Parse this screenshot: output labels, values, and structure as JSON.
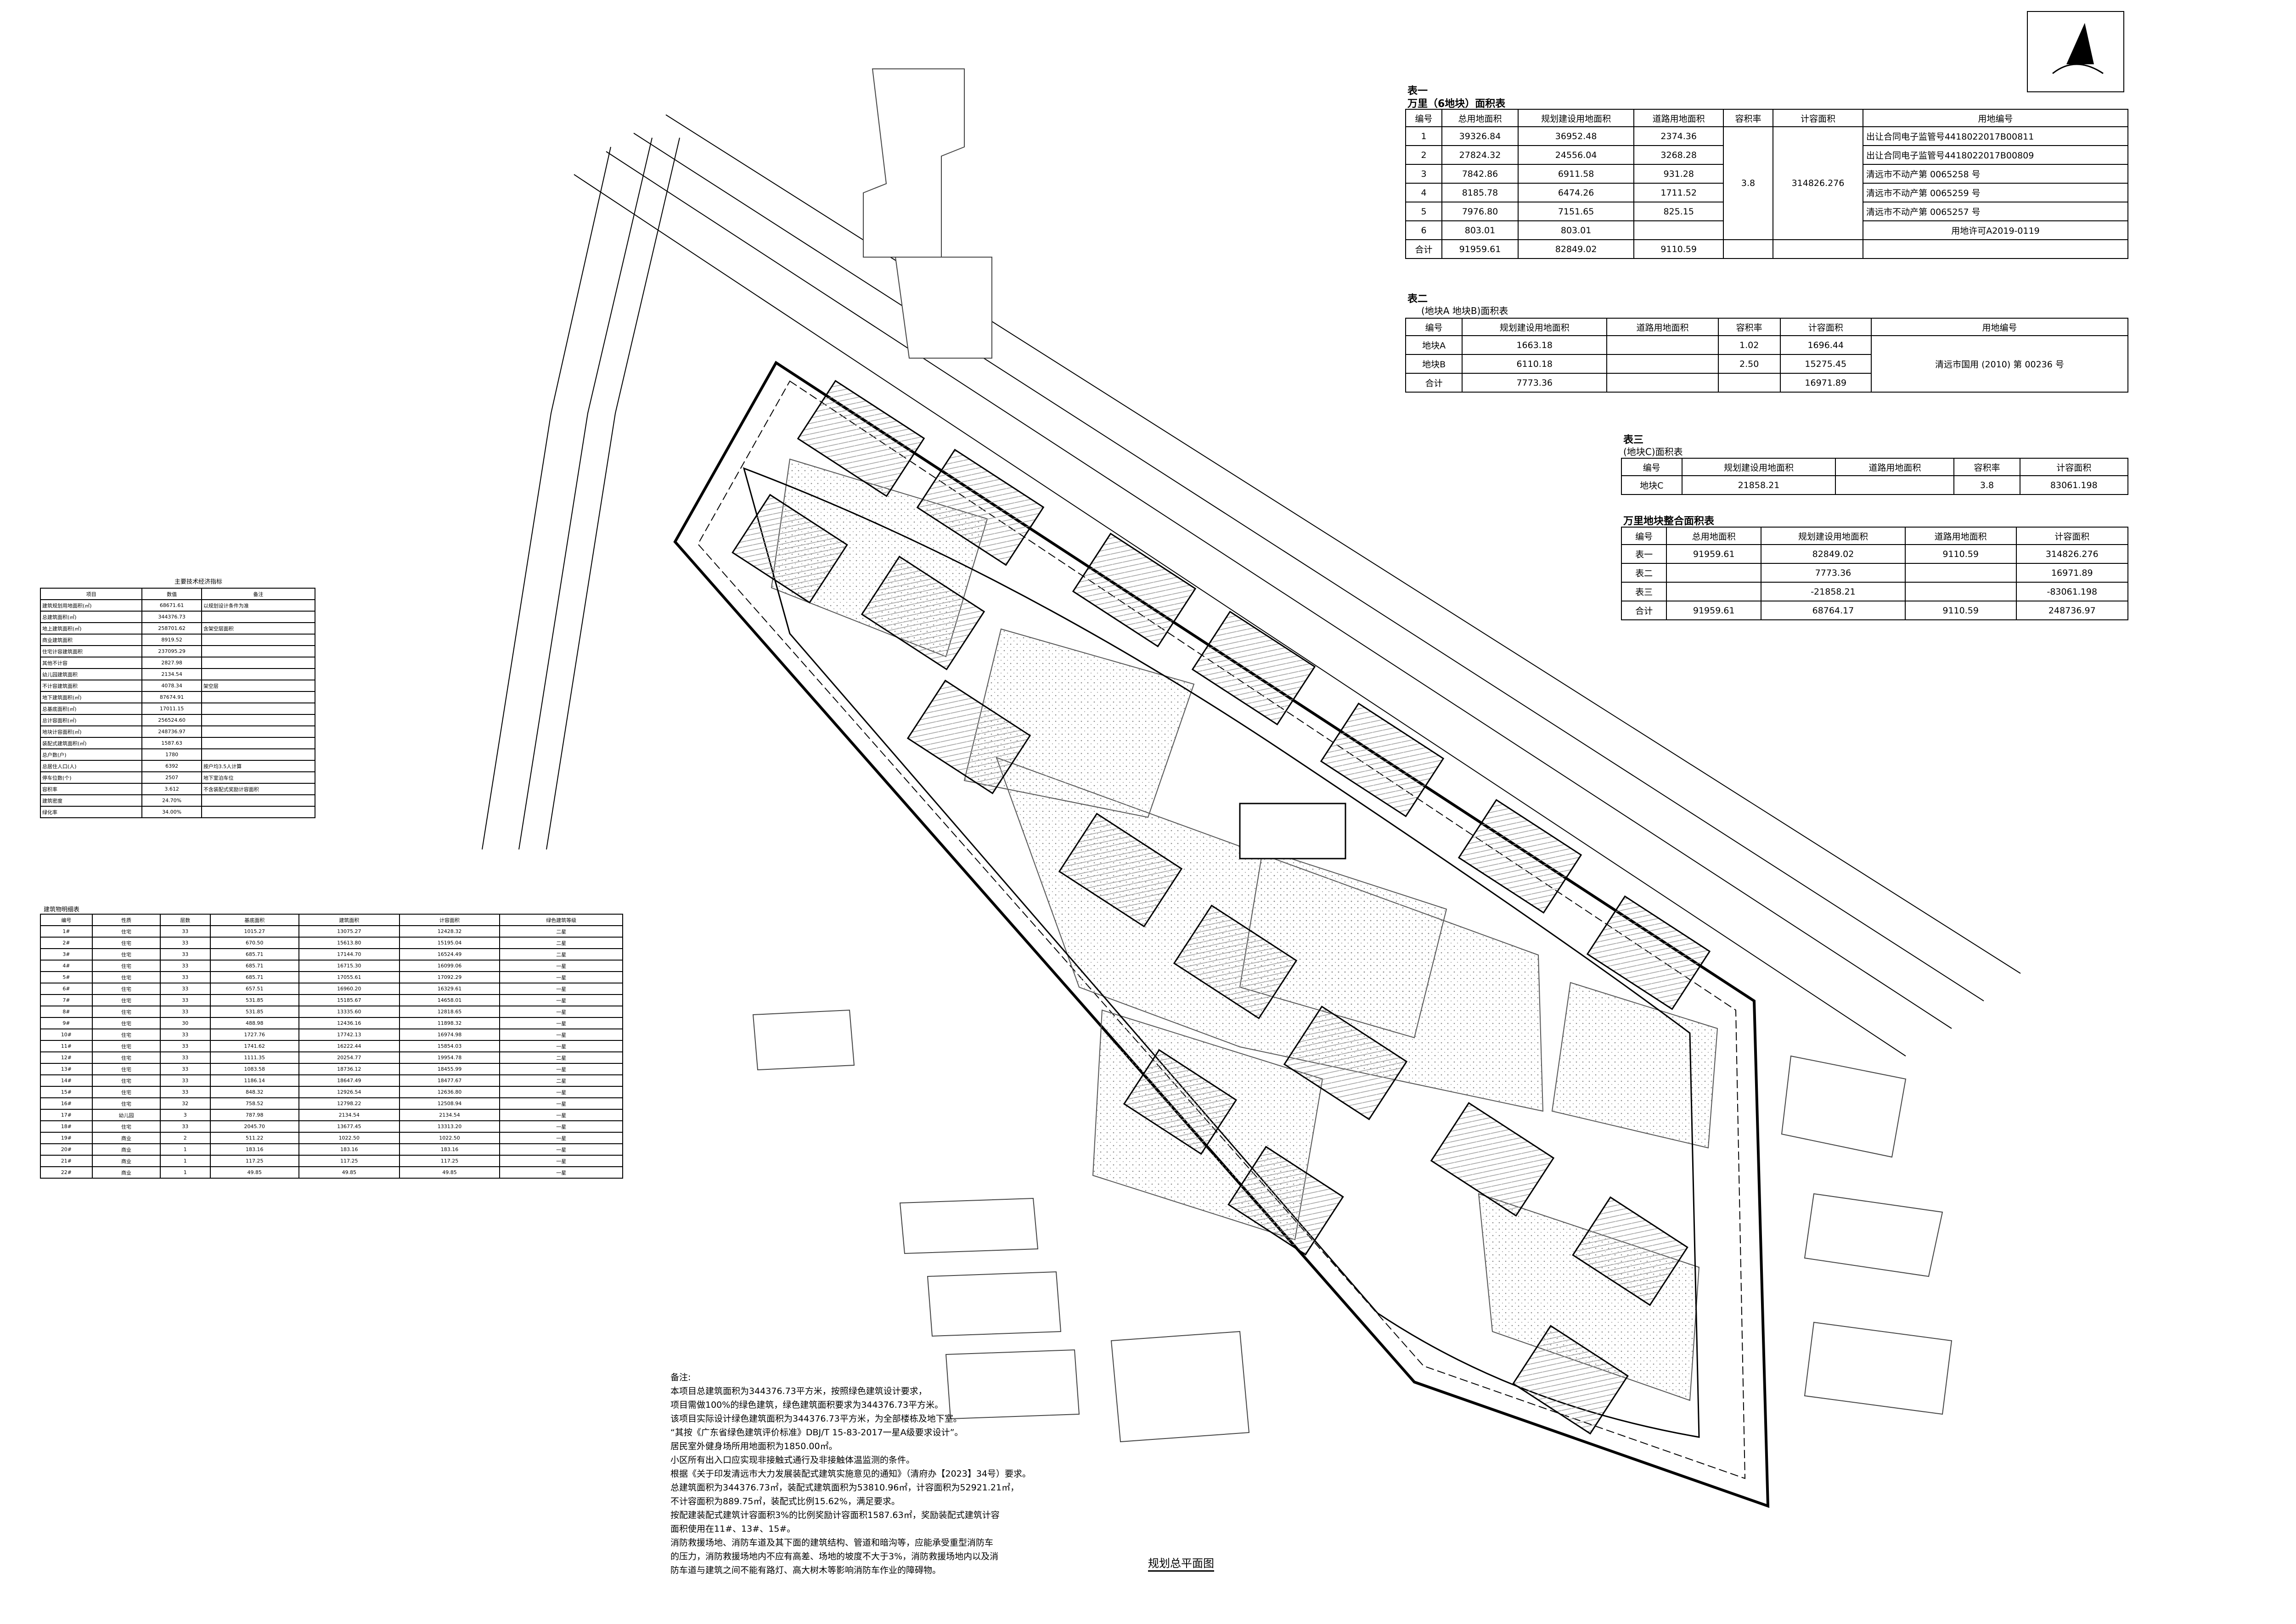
{
  "table1": {
    "label": "表一",
    "title": "万里（6地块）面积表",
    "headers": [
      "编号",
      "总用地面积",
      "规划建设用地面积",
      "道路用地面积",
      "容积率",
      "计容面积",
      "用地编号"
    ],
    "rows": [
      [
        "1",
        "39326.84",
        "36952.48",
        "2374.36",
        "出让合同电子监管号4418022017B00811"
      ],
      [
        "2",
        "27824.32",
        "24556.04",
        "3268.28",
        "出让合同电子监管号4418022017B00809"
      ],
      [
        "3",
        "7842.86",
        "6911.58",
        "931.28",
        "清远市不动产第 0065258 号"
      ],
      [
        "4",
        "8185.78",
        "6474.26",
        "1711.52",
        "清远市不动产第 0065259 号"
      ],
      [
        "5",
        "7976.80",
        "7151.65",
        "825.15",
        "清远市不动产第 0065257 号"
      ],
      [
        "6",
        "803.01",
        "803.01",
        "",
        "用地许可A2019-0119"
      ]
    ],
    "far": "3.8",
    "counted": "314826.276",
    "total": [
      "合计",
      "91959.61",
      "82849.02",
      "9110.59"
    ]
  },
  "table2": {
    "label": "表二",
    "title": "(地块A 地块B)面积表",
    "headers": [
      "编号",
      "规划建设用地面积",
      "道路用地面积",
      "容积率",
      "计容面积",
      "用地编号"
    ],
    "rows": [
      [
        "地块A",
        "1663.18",
        "",
        "1.02",
        "1696.44"
      ],
      [
        "地块B",
        "6110.18",
        "",
        "2.50",
        "15275.45"
      ],
      [
        "合计",
        "7773.36",
        "",
        "",
        "16971.89"
      ]
    ],
    "land_no": "清远市国用 (2010) 第 00236 号"
  },
  "table3": {
    "label": "表三",
    "title": "(地块C)面积表",
    "headers": [
      "编号",
      "规划建设用地面积",
      "道路用地面积",
      "容积率",
      "计容面积"
    ],
    "row": [
      "地块C",
      "21858.21",
      "",
      "3.8",
      "83061.198"
    ]
  },
  "table4": {
    "title": "万里地块整合面积表",
    "headers": [
      "编号",
      "总用地面积",
      "规划建设用地面积",
      "道路用地面积",
      "计容面积"
    ],
    "rows": [
      [
        "表一",
        "91959.61",
        "82849.02",
        "9110.59",
        "314826.276"
      ],
      [
        "表二",
        "",
        "7773.36",
        "",
        "16971.89"
      ],
      [
        "表三",
        "",
        "-21858.21",
        "",
        "-83061.198"
      ],
      [
        "合计",
        "91959.61",
        "68764.17",
        "9110.59",
        "248736.97"
      ]
    ]
  },
  "tech": {
    "title": "主要技术经济指标",
    "headers": [
      "项目",
      "数值",
      "备注"
    ],
    "rows": [
      [
        "建筑规划用地面积(㎡)",
        "68671.61",
        "以规划设计条件为准"
      ],
      [
        "总建筑面积(㎡)",
        "344376.73",
        ""
      ],
      [
        "地上建筑面积(㎡)",
        "258701.62",
        "含架空层面积"
      ],
      [
        "商业建筑面积",
        "8919.52",
        ""
      ],
      [
        "住宅计容建筑面积",
        "237095.29",
        ""
      ],
      [
        "其他不计容",
        "2827.98",
        ""
      ],
      [
        "幼儿园建筑面积",
        "2134.54",
        ""
      ],
      [
        "不计容建筑面积",
        "4078.34",
        "架空层"
      ],
      [
        "地下建筑面积(㎡)",
        "87674.91",
        ""
      ],
      [
        "总基底面积(㎡)",
        "17011.15",
        ""
      ],
      [
        "总计容面积(㎡)",
        "256524.60",
        ""
      ],
      [
        "地块计容面积(㎡)",
        "248736.97",
        ""
      ],
      [
        "装配式建筑面积(㎡)",
        "1587.63",
        ""
      ],
      [
        "总户数(户)",
        "1780",
        ""
      ],
      [
        "总居住人口(人)",
        "6392",
        "按户均3.5人计算"
      ],
      [
        "停车位数(个)",
        "2507",
        "地下室泊车位"
      ],
      [
        "容积率",
        "3.612",
        "不含装配式奖励计容面积"
      ],
      [
        "建筑密度",
        "24.70%",
        ""
      ],
      [
        "绿化率",
        "34.00%",
        ""
      ]
    ]
  },
  "buildings": {
    "title": "建筑物明细表",
    "headers": [
      "编号",
      "性质",
      "层数",
      "基底面积",
      "建筑面积",
      "计容面积",
      "绿色建筑等级"
    ],
    "rows": [
      [
        "1#",
        "住宅",
        "33",
        "1015.27",
        "13075.27",
        "12428.32",
        "二星"
      ],
      [
        "2#",
        "住宅",
        "33",
        "670.50",
        "15613.80",
        "15195.04",
        "二星"
      ],
      [
        "3#",
        "住宅",
        "33",
        "685.71",
        "17144.70",
        "16524.49",
        "二星"
      ],
      [
        "4#",
        "住宅",
        "33",
        "685.71",
        "16715.30",
        "16099.06",
        "一星"
      ],
      [
        "5#",
        "住宅",
        "33",
        "685.71",
        "17055.61",
        "17092.29",
        "一星"
      ],
      [
        "6#",
        "住宅",
        "33",
        "657.51",
        "16960.20",
        "16329.61",
        "一星"
      ],
      [
        "7#",
        "住宅",
        "33",
        "531.85",
        "15185.67",
        "14658.01",
        "一星"
      ],
      [
        "8#",
        "住宅",
        "33",
        "531.85",
        "13335.60",
        "12818.65",
        "一星"
      ],
      [
        "9#",
        "住宅",
        "30",
        "488.98",
        "12436.16",
        "11898.32",
        "一星"
      ],
      [
        "10#",
        "住宅",
        "33",
        "1727.76",
        "17742.13",
        "16974.98",
        "一星"
      ],
      [
        "11#",
        "住宅",
        "33",
        "1741.62",
        "16222.44",
        "15854.03",
        "一星"
      ],
      [
        "12#",
        "住宅",
        "33",
        "1111.35",
        "20254.77",
        "19954.78",
        "二星"
      ],
      [
        "13#",
        "住宅",
        "33",
        "1083.58",
        "18736.12",
        "18455.99",
        "一星"
      ],
      [
        "14#",
        "住宅",
        "33",
        "1186.14",
        "18647.49",
        "18477.67",
        "二星"
      ],
      [
        "15#",
        "住宅",
        "33",
        "848.32",
        "12926.54",
        "12636.80",
        "一星"
      ],
      [
        "16#",
        "住宅",
        "32",
        "758.52",
        "12798.22",
        "12508.94",
        "一星"
      ],
      [
        "17#",
        "幼儿园",
        "3",
        "787.98",
        "2134.54",
        "2134.54",
        "一星"
      ],
      [
        "18#",
        "住宅",
        "33",
        "2045.70",
        "13677.45",
        "13313.20",
        "一星"
      ],
      [
        "19#",
        "商业",
        "2",
        "511.22",
        "1022.50",
        "1022.50",
        "一星"
      ],
      [
        "20#",
        "商业",
        "1",
        "183.16",
        "183.16",
        "183.16",
        "一星"
      ],
      [
        "21#",
        "商业",
        "1",
        "117.25",
        "117.25",
        "117.25",
        "一星"
      ],
      [
        "22#",
        "商业",
        "1",
        "49.85",
        "49.85",
        "49.85",
        "一星"
      ]
    ]
  },
  "notes": [
    "备注:",
    "本项目总建筑面积为344376.73平方米，按照绿色建筑设计要求，",
    "项目需做100%的绿色建筑，绿色建筑面积要求为344376.73平方米。",
    "该项目实际设计绿色建筑面积为344376.73平方米，为全部楼栋及地下室。",
    "“其按《广东省绿色建筑评价标准》DBJ/T 15-83-2017一星A级要求设计”。",
    "居民室外健身场所用地面积为1850.00㎡。",
    "小区所有出入口应实现非接触式通行及非接触体温监测的条件。",
    "根据《关于印发清远市大力发展装配式建筑实施意见的通知》（清府办【2023】34号）要求。",
    "总建筑面积为344376.73㎡，装配式建筑面积为53810.96㎡，计容面积为52921.21㎡，",
    "不计容面积为889.75㎡，装配式比例15.62%，满足要求。",
    "按配建装配式建筑计容面积3%的比例奖励计容面积1587.63㎡，奖励装配式建筑计容",
    "面积使用在11#、13#、15#。",
    "消防救援场地、消防车道及其下面的建筑结构、管道和暗沟等，应能承受重型消防车",
    "的压力，消防救援场地内不应有高差、场地的坡度不大于3%，消防救援场地内以及消",
    "防车道与建筑之间不能有路灯、高大树木等影响消防车作业的障碍物。"
  ],
  "plan_title": "规划总平面图",
  "north": {
    "icon": "north-arrow-icon"
  }
}
